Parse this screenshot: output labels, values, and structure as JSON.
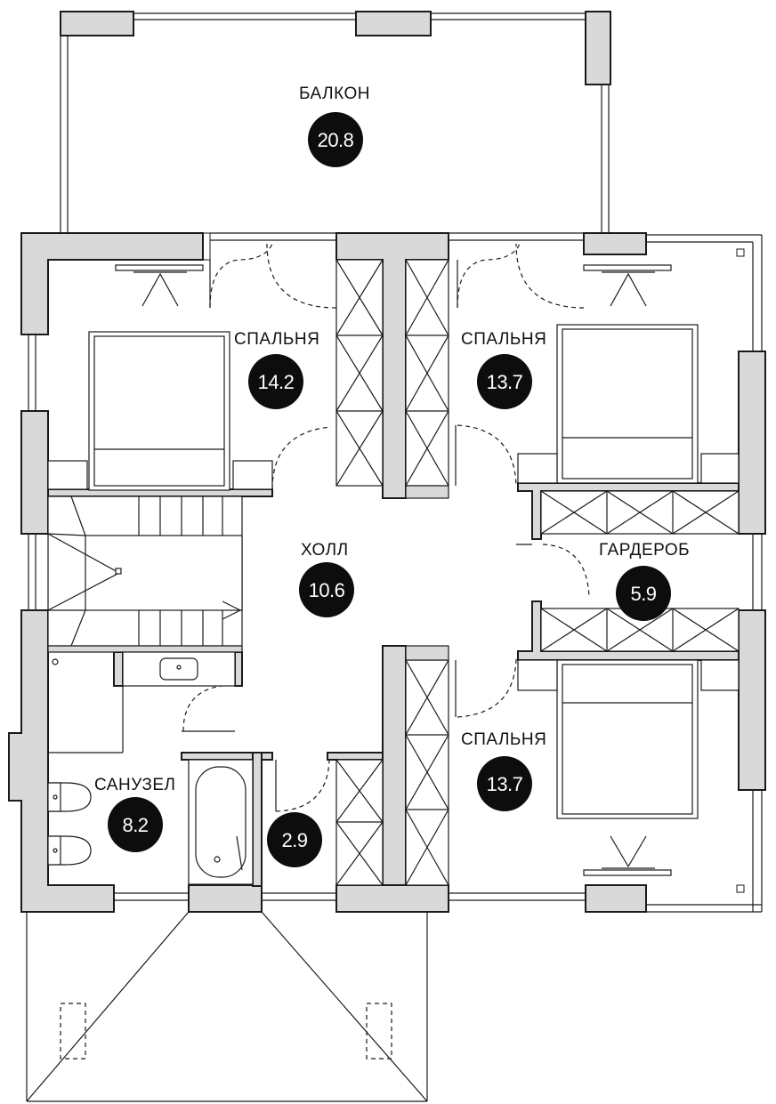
{
  "rooms": [
    {
      "id": "balcony",
      "name": "БАЛКОН",
      "area": "20.8"
    },
    {
      "id": "bedroom-nw",
      "name": "СПАЛЬНЯ",
      "area": "14.2"
    },
    {
      "id": "bedroom-ne",
      "name": "СПАЛЬНЯ",
      "area": "13.7"
    },
    {
      "id": "hall",
      "name": "ХОЛЛ",
      "area": "10.6"
    },
    {
      "id": "wardrobe",
      "name": "ГАРДЕРОБ",
      "area": "5.9"
    },
    {
      "id": "bedroom-se",
      "name": "СПАЛЬНЯ",
      "area": "13.7"
    },
    {
      "id": "bathroom",
      "name": "САНУЗЕЛ",
      "area": "8.2"
    },
    {
      "id": "small-room",
      "name": "",
      "area": "2.9"
    }
  ]
}
